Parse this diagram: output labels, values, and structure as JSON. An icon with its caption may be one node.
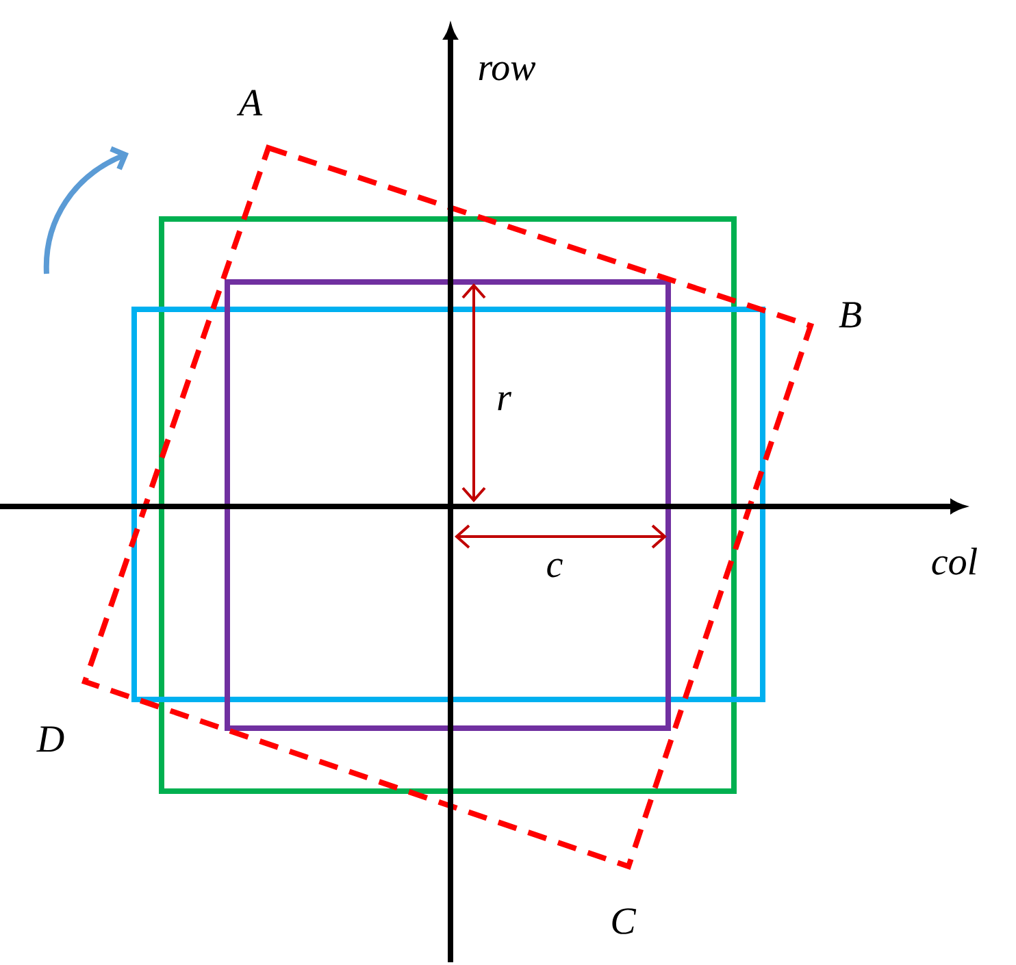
{
  "diagram": {
    "labels": [
      "row",
      "A",
      "B",
      "r",
      "col",
      "c",
      "D",
      "C"
    ]
  }
}
